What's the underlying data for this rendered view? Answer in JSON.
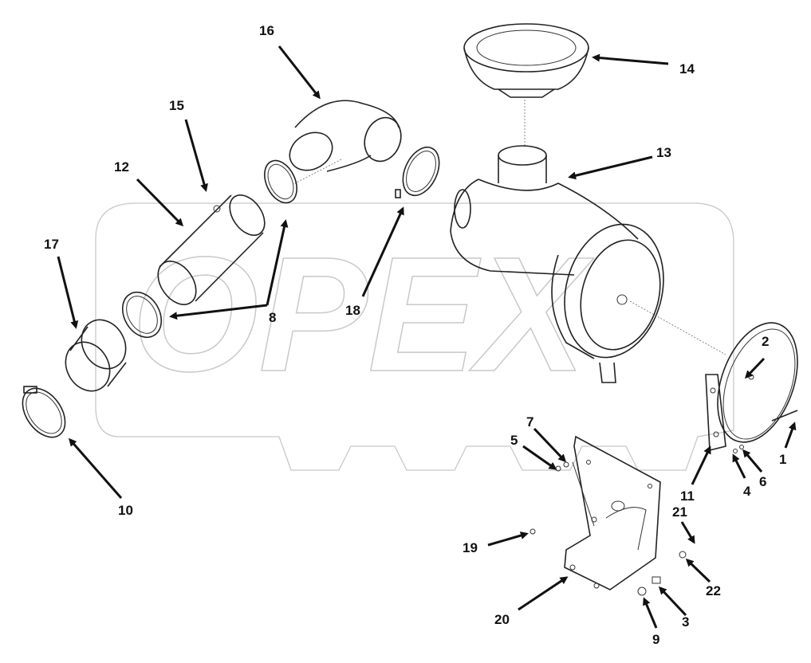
{
  "diagram": {
    "watermark_text": "OPEX",
    "callouts": [
      {
        "id": "c1",
        "label": "1"
      },
      {
        "id": "c2",
        "label": "2"
      },
      {
        "id": "c3",
        "label": "3"
      },
      {
        "id": "c4",
        "label": "4"
      },
      {
        "id": "c5",
        "label": "5"
      },
      {
        "id": "c6",
        "label": "6"
      },
      {
        "id": "c7",
        "label": "7"
      },
      {
        "id": "c8",
        "label": "8"
      },
      {
        "id": "c9",
        "label": "9"
      },
      {
        "id": "c10",
        "label": "10"
      },
      {
        "id": "c11",
        "label": "11"
      },
      {
        "id": "c12",
        "label": "12"
      },
      {
        "id": "c13",
        "label": "13"
      },
      {
        "id": "c14",
        "label": "14"
      },
      {
        "id": "c15",
        "label": "15"
      },
      {
        "id": "c16",
        "label": "16"
      },
      {
        "id": "c17",
        "label": "17"
      },
      {
        "id": "c18",
        "label": "18"
      },
      {
        "id": "c19",
        "label": "19"
      },
      {
        "id": "c20",
        "label": "20"
      },
      {
        "id": "c21",
        "label": "21"
      },
      {
        "id": "c22",
        "label": "22"
      }
    ]
  }
}
